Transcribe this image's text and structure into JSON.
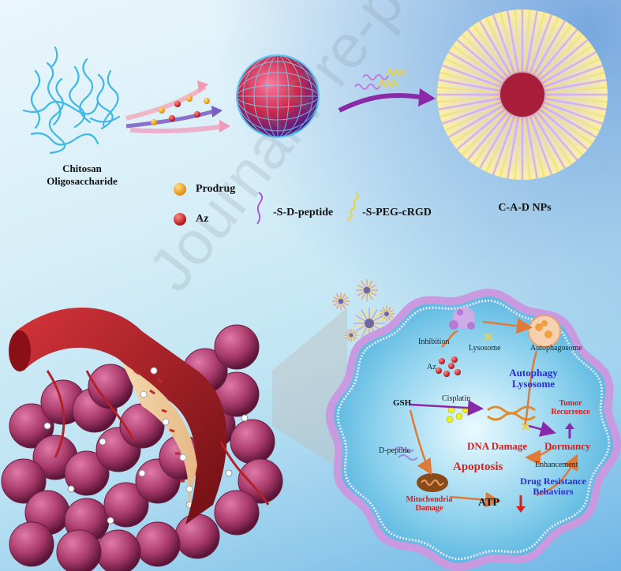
{
  "top": {
    "material_label": "Chitosan\nOligosaccharide",
    "product_label": "C-A-D NPs"
  },
  "legend": {
    "prodrug": "Prodrug",
    "az": "Az",
    "peptide": "-S-D-peptide",
    "peg": "-S-PEG-cRGD"
  },
  "cell": {
    "inhibition": "Inhibition",
    "lysosome": "Lysosome",
    "autophagosome": "Autophagosome",
    "az": "Az",
    "gsh": "GSH",
    "cisplatin": "Cisplatin",
    "autophagy_lysosome": "Autophagy\nLysosome",
    "tumor_recurrence": "Tumor\nRecurrence",
    "dormancy": "Dormancy",
    "dna_damage": "DNA Damage",
    "d_peptide": "D-peptide",
    "enhancement": "Enhancement",
    "apoptosis": "Apoptosis",
    "drug_resistance": "Drug Resistance\nBehaviors",
    "mito_damage": "Mitochondria\nDamage",
    "atp": "ATP"
  },
  "watermark": "Journal Pre-proof",
  "colors": {
    "chitosan": "#3fb8e6",
    "prodrug": "#f5a623",
    "az": "#d62020",
    "peptide": "#b05ad6",
    "peg": "#e6d24a",
    "arrow": "#8a2aa8",
    "tumor": "#b0426e",
    "vessel": "#b3222a"
  }
}
